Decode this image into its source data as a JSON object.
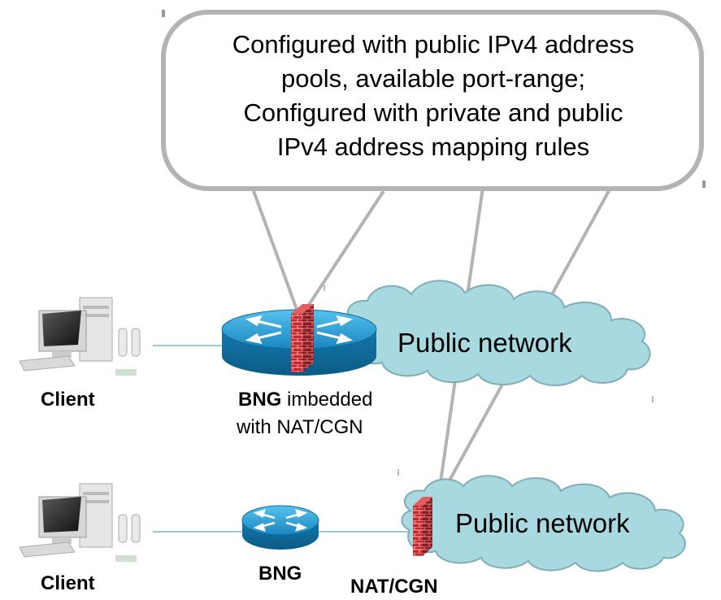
{
  "callout": {
    "lines": [
      "Configured with public IPv4 address",
      "pools, available port-range;",
      "Configured with private and public",
      "IPv4 address mapping rules"
    ]
  },
  "top_row": {
    "client_label": "Client",
    "bng_bold": "BNG",
    "bng_rest": " imbedded",
    "bng_line2": "with NAT/CGN",
    "cloud_label": "Public network"
  },
  "bottom_row": {
    "client_label": "Client",
    "bng_label": "BNG",
    "nat_label": "NAT/CGN",
    "cloud_label": "Public network"
  },
  "colors": {
    "callout_stroke": "#b3b3b3",
    "cloud_fill": "#a9d9e0",
    "cloud_stroke": "#7faeb6",
    "router_blue": "#1f8fc4",
    "firewall_red": "#c2272d",
    "link_line": "#9fc9cf"
  },
  "icons": [
    "desktop-computer-icon",
    "router-icon",
    "firewall-icon",
    "cloud-icon"
  ]
}
